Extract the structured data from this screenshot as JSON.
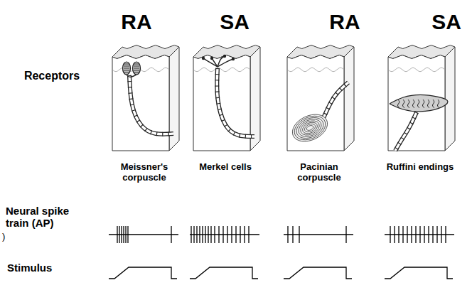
{
  "diagram": {
    "labels": [
      "RA",
      "SA",
      "RA",
      "SA",
      "Receptors",
      "Meissner's corpuscle",
      "Merkel cells",
      "Pacinian corpuscle",
      "Ruffini endings",
      "Neural spike train (AP)",
      ")",
      "Stimulus"
    ]
  }
}
